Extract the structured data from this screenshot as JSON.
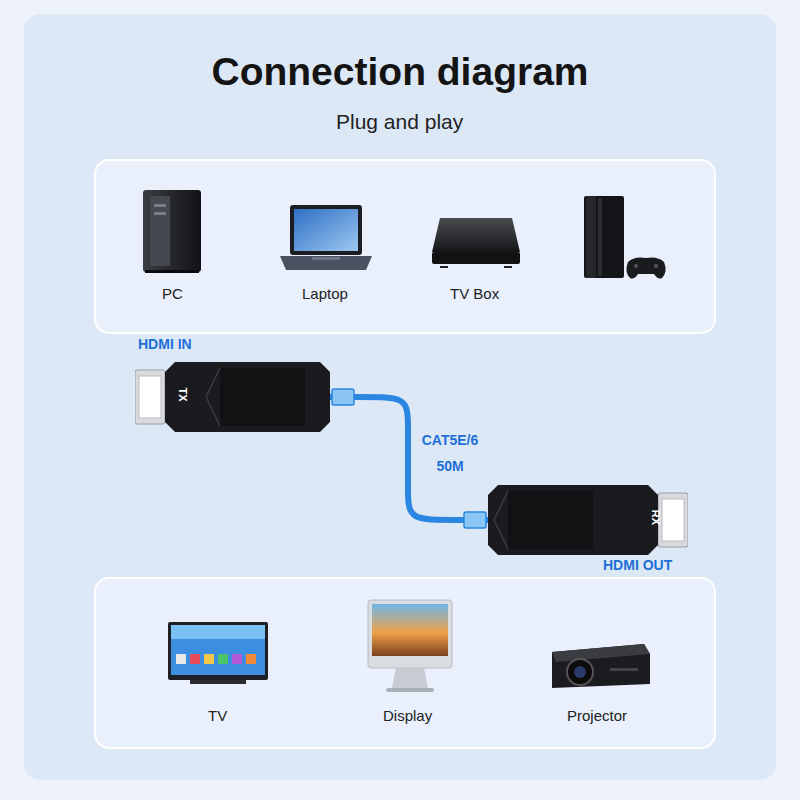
{
  "diagram": {
    "title": "Connection diagram",
    "nodes": [
      {
        "text": [
          "HDMI IN",
          "TX"
        ]
      },
      {
        "text": [
          "RX",
          "HDMI OUT"
        ]
      }
    ],
    "edges": [
      {
        "from": 0,
        "to": 1,
        "label": "CAT5E/6 50M",
        "arrow": "none"
      }
    ],
    "labels": [
      "Plug and play",
      "PC",
      "Laptop",
      "TV Box",
      "TV",
      "Display",
      "Projector"
    ]
  }
}
